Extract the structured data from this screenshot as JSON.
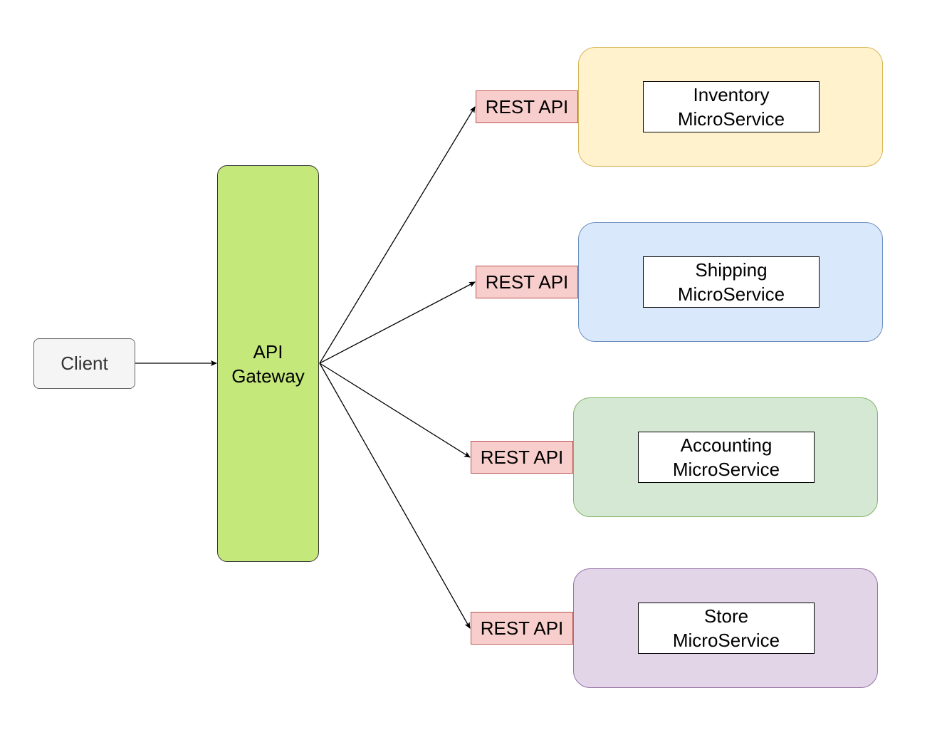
{
  "colors": {
    "client_fill": "#f5f5f5",
    "gateway_fill": "#c5e87b",
    "rest_fill": "#f8cecc",
    "rest_border": "#b85450",
    "edge": "#000000"
  },
  "client": {
    "label": "Client"
  },
  "gateway": {
    "label": "API\nGateway"
  },
  "services": [
    {
      "rest_label": "REST API",
      "label": "Inventory\nMicroService",
      "fill": "#fff2cc",
      "border": "#d6b656"
    },
    {
      "rest_label": "REST API",
      "label": "Shipping\nMicroService",
      "fill": "#dae8fc",
      "border": "#6c8ebf"
    },
    {
      "rest_label": "REST API",
      "label": "Accounting\nMicroService",
      "fill": "#d5e8d4",
      "border": "#82b366"
    },
    {
      "rest_label": "REST API",
      "label": "Store\nMicroService",
      "fill": "#e1d5e7",
      "border": "#9673a6"
    }
  ]
}
